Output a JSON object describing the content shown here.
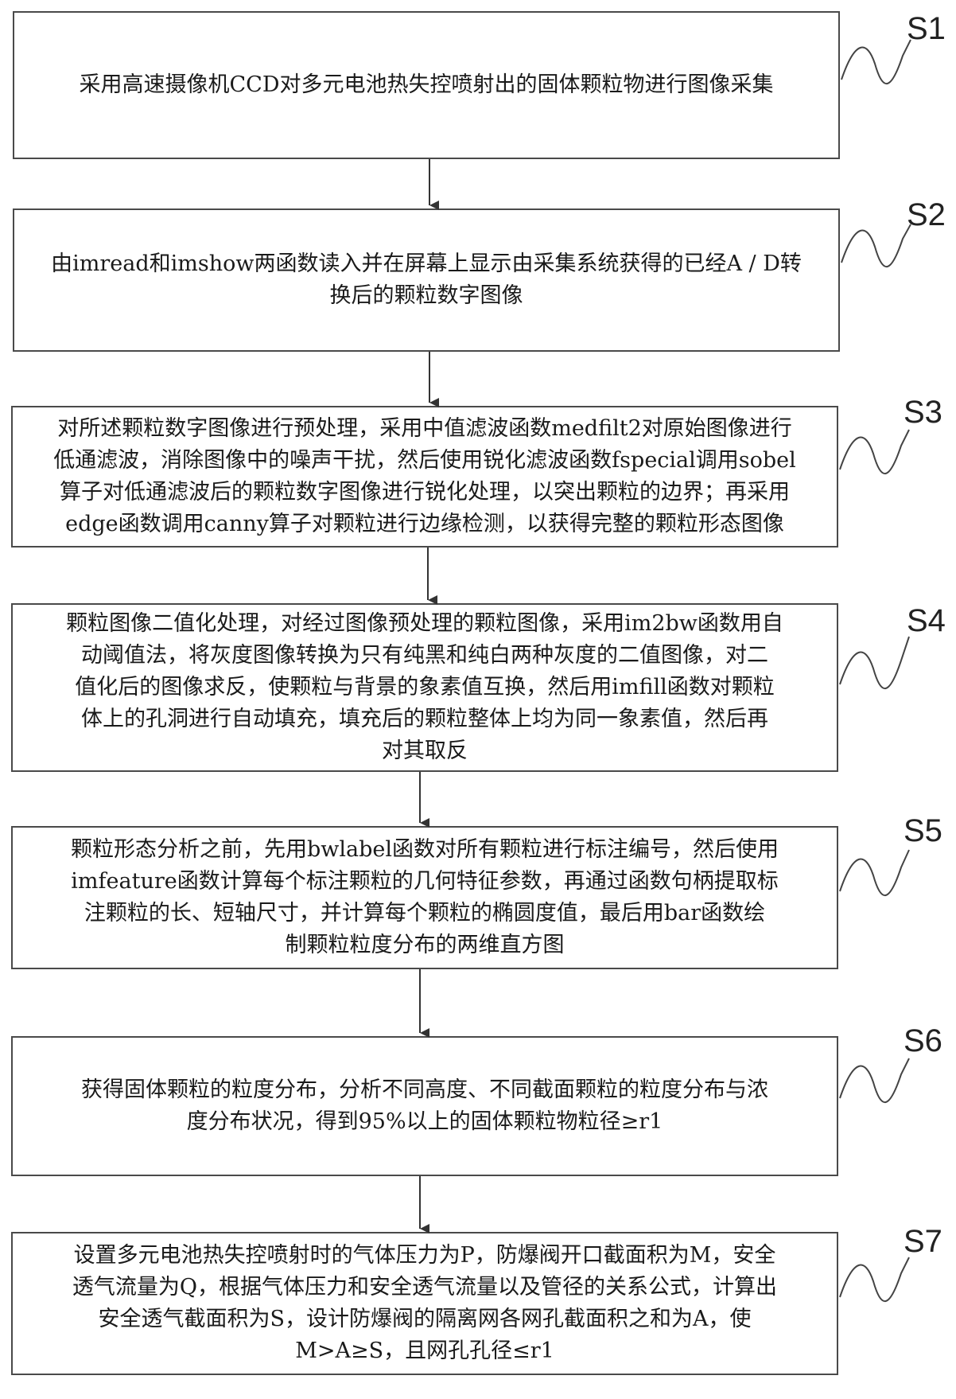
{
  "steps": [
    {
      "label": "S1",
      "text": "采用高速摄像机CCD对多元电池热失控喷射出的固体颗粒物进行图像采集"
    },
    {
      "label": "S2",
      "text": "由imread和imshow两函数读入并在屏幕上显示由采集系统获得的已经A / D转\n换后的颗粒数字图像"
    },
    {
      "label": "S3",
      "text": "对所述颗粒数字图像进行预处理，采用中值滤波函数medfilt2对原始图像进行\n低通滤波，消除图像中的噪声干扰，然后使用锐化滤波函数fspecial调用sobel\n算子对低通滤波后的颗粒数字图像进行锐化处理，以突出颗粒的边界；再采用\nedge函数调用canny算子对颗粒进行边缘检测，以获得完整的颗粒形态图像"
    },
    {
      "label": "S4",
      "text": "颗粒图像二值化处理，对经过图像预处理的颗粒图像，采用im2bw函数用自\n动阈值法，将灰度图像转换为只有纯黑和纯白两种灰度的二值图像，对二\n值化后的图像求反，使颗粒与背景的象素值互换，然后用imfill函数对颗粒\n体上的孔洞进行自动填充，填充后的颗粒整体上均为同一象素值，然后再\n对其取反"
    },
    {
      "label": "S5",
      "text": "颗粒形态分析之前，先用bwlabel函数对所有颗粒进行标注编号，然后使用\nimfeature函数计算每个标注颗粒的几何特征参数，再通过函数句柄提取标\n注颗粒的长、短轴尺寸，并计算每个颗粒的椭圆度值，最后用bar函数绘\n制颗粒粒度分布的两维直方图"
    },
    {
      "label": "S6",
      "text": "获得固体颗粒的粒度分布，分析不同高度、不同截面颗粒的粒度分布与浓\n度分布状况，得到95%以上的固体颗粒物粒径≥r1"
    },
    {
      "label": "S7",
      "text": "设置多元电池热失控喷射时的气体压力为P，防爆阀开口截面积为M，安全\n透气流量为Q，根据气体压力和安全透气流量以及管径的关系公式，计算出\n安全透气截面积为S，设计防爆阀的隔离网各网孔截面积之和为A，使\nM>A≥S，且网孔孔径≤r1"
    }
  ]
}
